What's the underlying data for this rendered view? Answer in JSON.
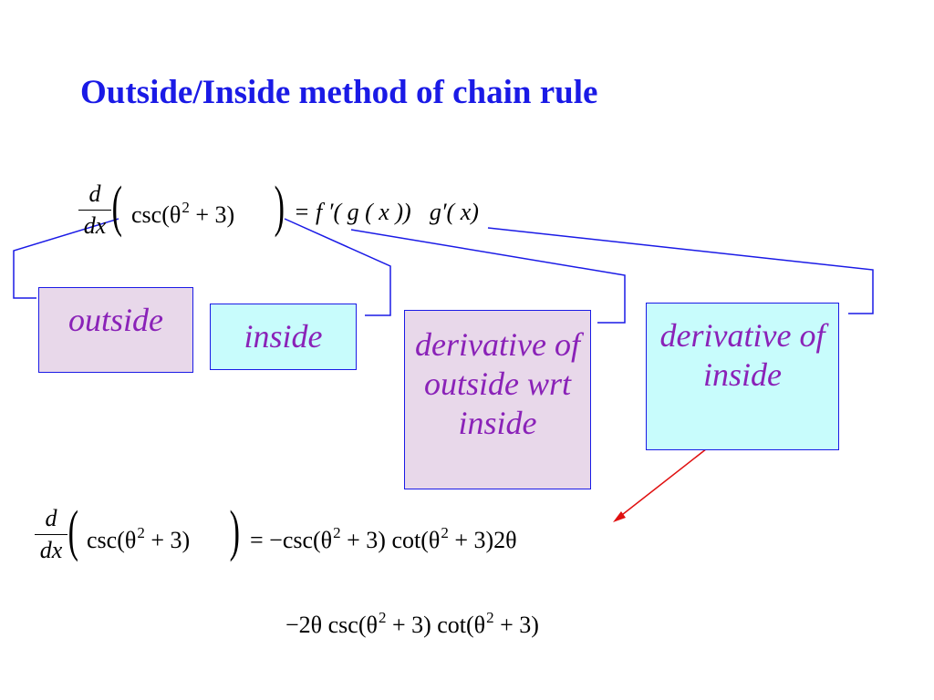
{
  "title": "Outside/Inside method of chain rule",
  "eq1": {
    "frac_num": "d",
    "frac_den": "dx",
    "paren_open": "(",
    "lhs": "csc(θ",
    "exp": "2",
    "lhs_tail": " + 3)",
    "paren_close": ")",
    "rhs": "= f ′( g ( x ))⃞g′( x)"
  },
  "boxes": {
    "outside": "outside",
    "inside": "inside",
    "derivative_outside": "derivative of outside wrt inside",
    "derivative_inside": "derivative of inside"
  },
  "eq2": {
    "frac_num": "d",
    "frac_den": "dx",
    "paren_open": "(",
    "lhs": "csc(θ",
    "exp": "2",
    "lhs_tail": " + 3)",
    "paren_close": ")",
    "rhs_a": "= −csc(θ",
    "rhs_exp1": "2",
    "rhs_b": " + 3) cot(θ",
    "rhs_exp2": "2",
    "rhs_c": " + 3)2θ"
  },
  "eq3": {
    "a": "−2θ csc(θ",
    "exp1": "2",
    "b": " + 3) cot(θ",
    "exp2": "2",
    "c": " + 3)"
  },
  "colors": {
    "title": "#1a1ae6",
    "box_border": "#1a1ae6",
    "box_text": "#8a22b8",
    "lilac": "#e8d8ea",
    "cyan": "#c8fcfc",
    "arrow": "#e01010"
  }
}
